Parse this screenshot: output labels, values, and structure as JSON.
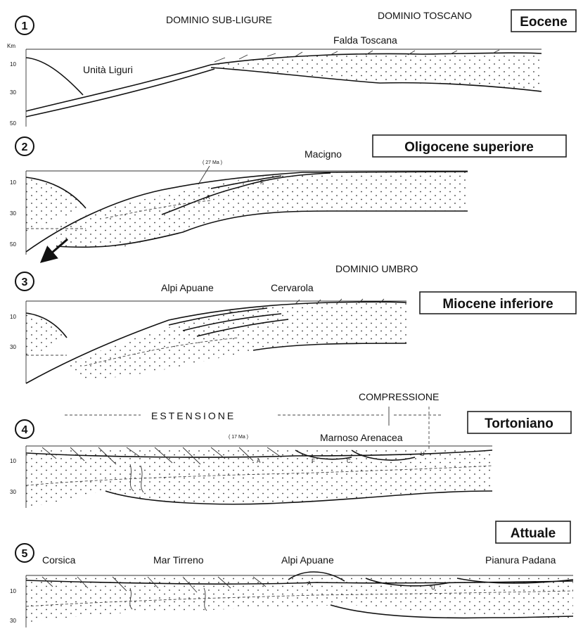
{
  "stage1": {
    "number": "1",
    "period": "Eocene",
    "labels": {
      "dominio_sub_ligure": "DOMINIO SUB-LIGURE",
      "dominio_toscano": "DOMINIO TOSCANO",
      "falda_toscana": "Falda Toscana",
      "unita_liguri": "Unità Liguri"
    },
    "depth_unit": "Km",
    "depth_ticks": [
      "10",
      "30",
      "50"
    ]
  },
  "stage2": {
    "number": "2",
    "period": "Oligocene superiore",
    "labels": {
      "age": "( 27 Ma )",
      "macigno": "Macigno",
      "a": "A",
      "f": "F"
    },
    "depth_ticks": [
      "10",
      "30",
      "50"
    ]
  },
  "stage3": {
    "number": "3",
    "period": "Miocene inferiore",
    "labels": {
      "dominio_umbro": "DOMINIO UMBRO",
      "alpi_apuane": "Alpi Apuane",
      "cervarola": "Cervarola",
      "f": "F"
    },
    "depth_ticks": [
      "10",
      "30"
    ]
  },
  "stage4": {
    "number": "4",
    "period": "Tortoniano",
    "labels": {
      "estensione": "ESTENSIONE",
      "compressione": "COMPRESSIONE",
      "age": "( 17 Ma )",
      "marnoso_arenacea": "Marnoso Arenacea",
      "a": "A",
      "f": "F",
      "c": "C",
      "u": "U"
    },
    "depth_ticks": [
      "10",
      "30"
    ]
  },
  "stage5": {
    "number": "5",
    "period": "Attuale",
    "labels": {
      "corsica": "Corsica",
      "mar_tirreno": "Mar Tirreno",
      "alpi_apuane": "Alpi Apuane",
      "pianura_padana": "Pianura Padana",
      "a": "A",
      "u": "U"
    },
    "depth_ticks": [
      "10",
      "30"
    ]
  }
}
